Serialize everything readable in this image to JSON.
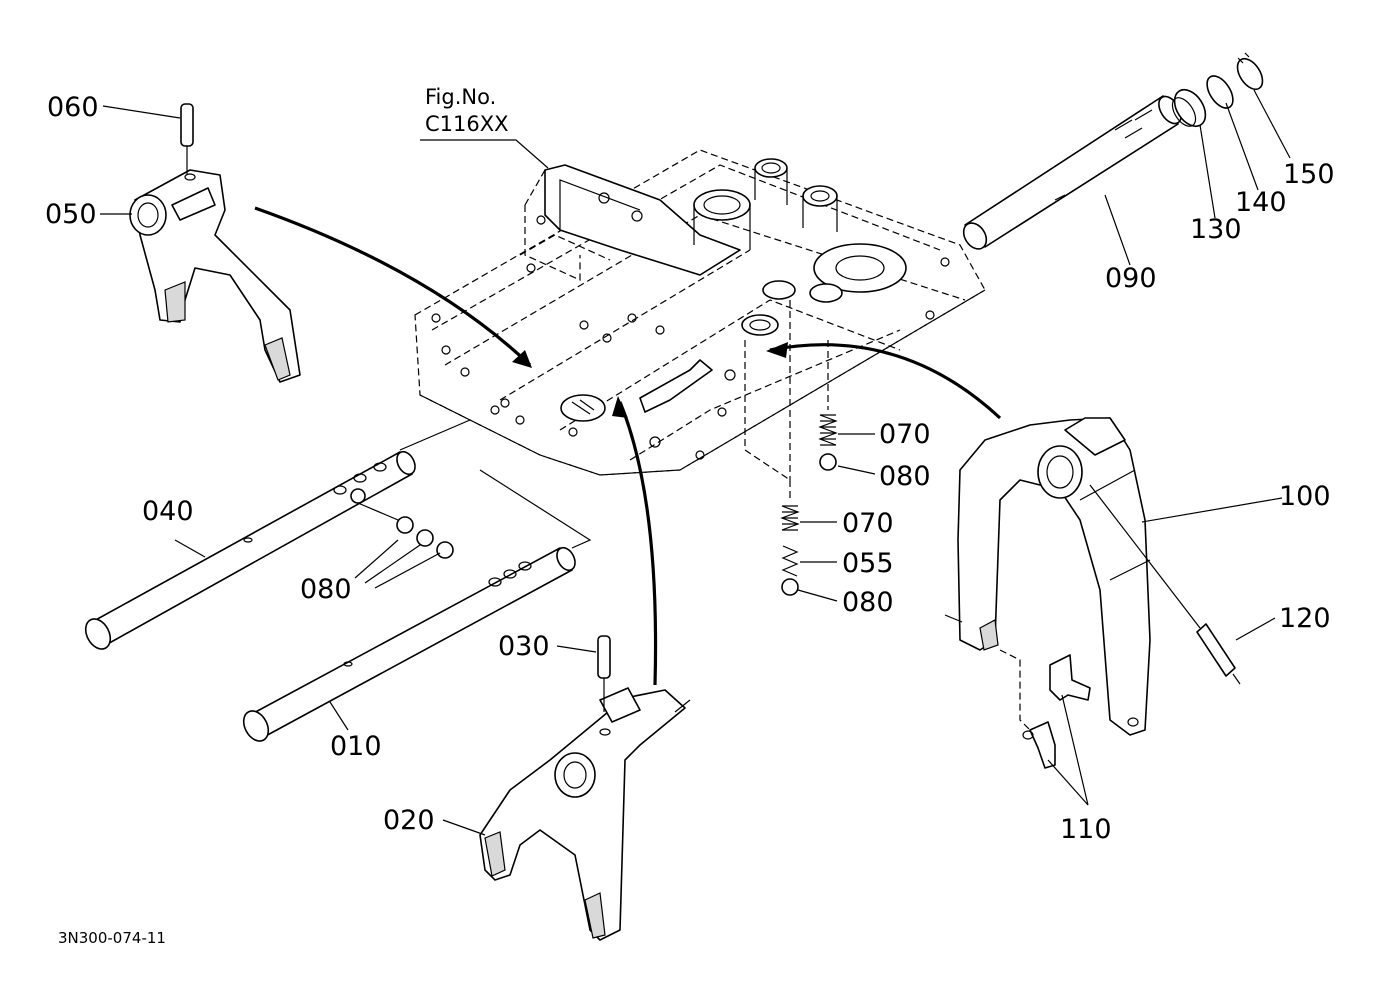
{
  "figure": {
    "ref_line1": "Fig.No.",
    "ref_line2": "C116XX",
    "drawing_code": "3N300-074-11"
  },
  "callouts": {
    "p010": "010",
    "p020": "020",
    "p030": "030",
    "p040": "040",
    "p050": "050",
    "p055": "055",
    "p060": "060",
    "p070a": "070",
    "p070b": "070",
    "p080a": "080",
    "p080b": "080",
    "p080c": "080",
    "p090": "090",
    "p100": "100",
    "p110": "110",
    "p120": "120",
    "p130": "130",
    "p140": "140",
    "p150": "150"
  }
}
